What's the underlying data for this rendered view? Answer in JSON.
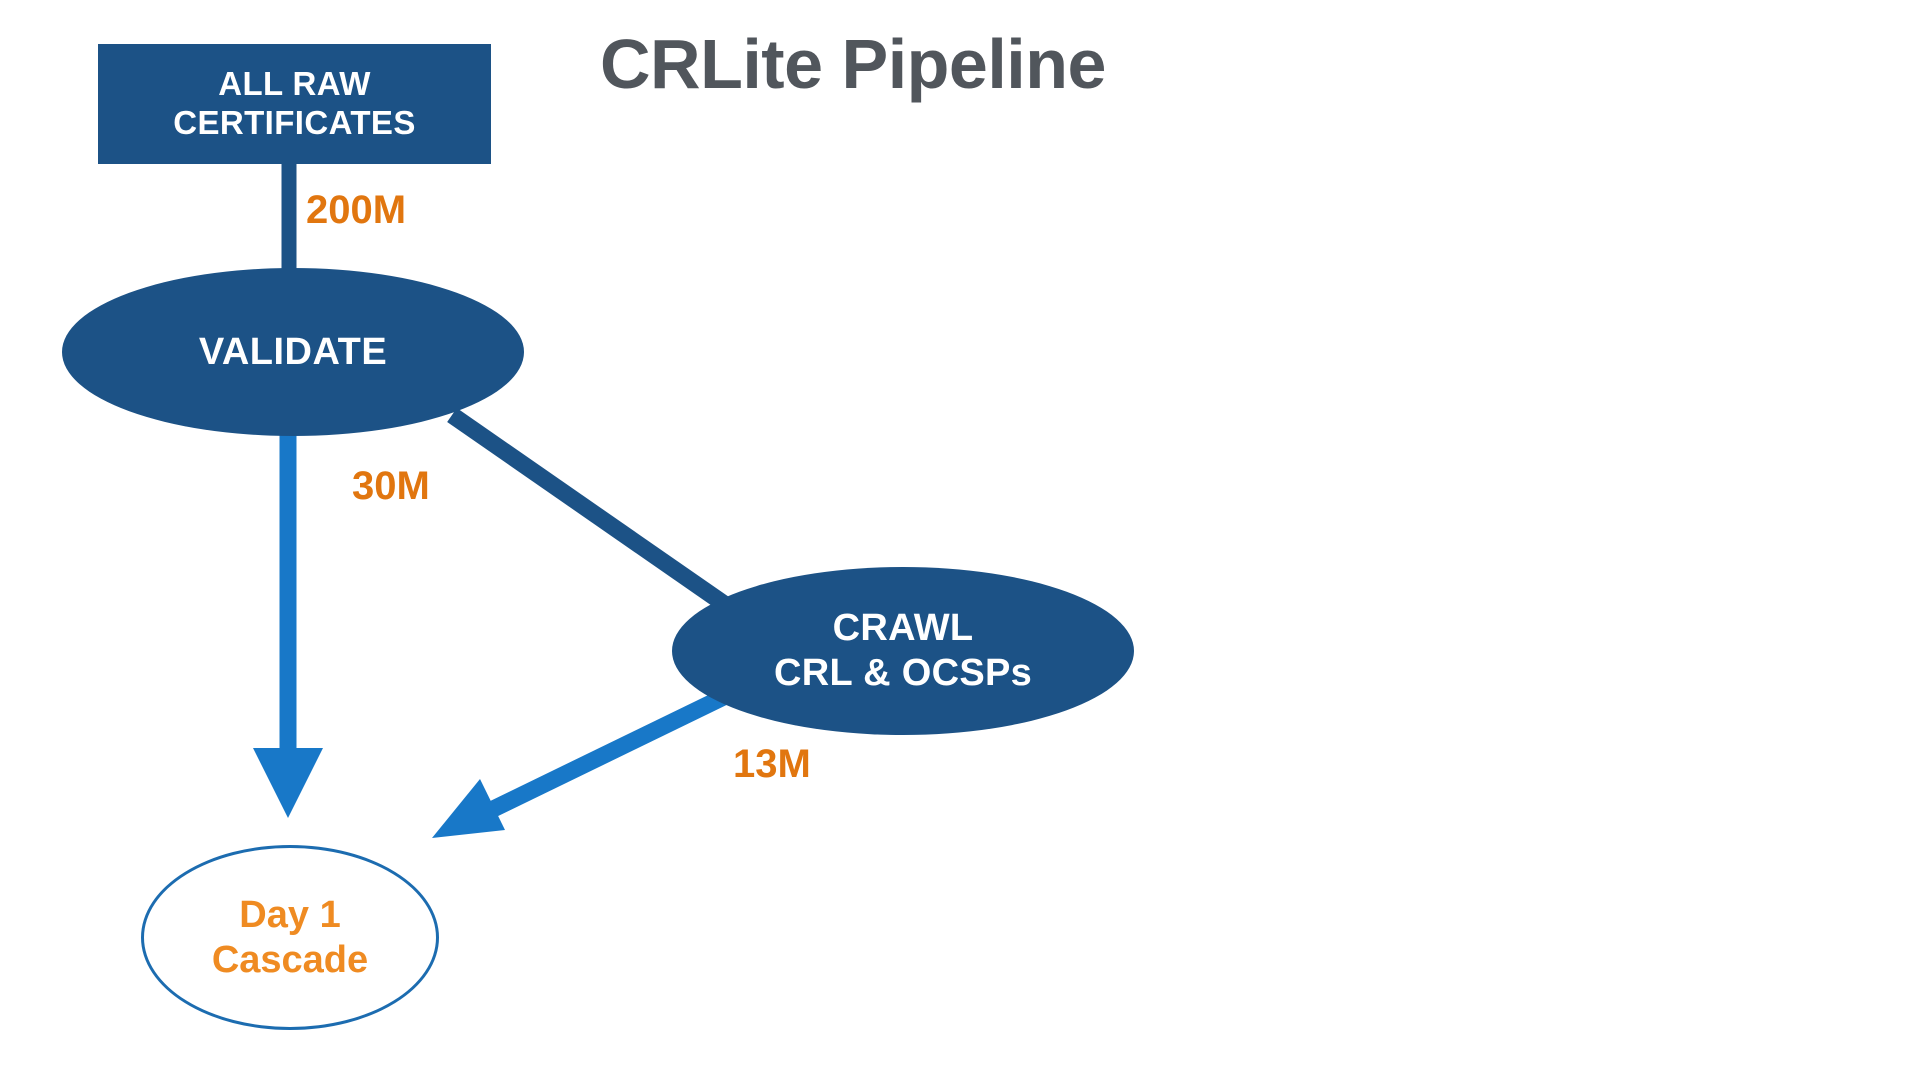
{
  "title": "CRLite Pipeline",
  "colors": {
    "dark_blue": "#1c5286",
    "bright_blue": "#1878c8",
    "outline_blue": "#1c6cb0",
    "orange": "#ef8b22",
    "label_orange": "#e1760f",
    "title_gray": "#51565c",
    "white": "#ffffff"
  },
  "nodes": {
    "raw_certificates": {
      "line1": "ALL RAW",
      "line2": "CERTIFICATES",
      "shape": "rectangle"
    },
    "validate": {
      "line1": "VALIDATE",
      "shape": "ellipse"
    },
    "crawl": {
      "line1": "CRAWL",
      "line2": "CRL & OCSPs",
      "shape": "ellipse"
    },
    "cascade": {
      "line1": "Day 1",
      "line2": "Cascade",
      "shape": "ellipse"
    }
  },
  "edges": {
    "raw_to_validate": {
      "label": "200M",
      "from": "raw_certificates",
      "to": "validate",
      "arrowhead": false,
      "color": "#1c5286"
    },
    "validate_to_cascade": {
      "label": "30M",
      "from": "validate",
      "to": "cascade",
      "arrowhead": true,
      "color": "#1878c8"
    },
    "validate_to_crawl": {
      "label": "",
      "from": "validate",
      "to": "crawl",
      "arrowhead": false,
      "color": "#1c5286"
    },
    "crawl_to_cascade": {
      "label": "13M",
      "from": "crawl",
      "to": "cascade",
      "arrowhead": true,
      "color": "#1878c8"
    }
  }
}
